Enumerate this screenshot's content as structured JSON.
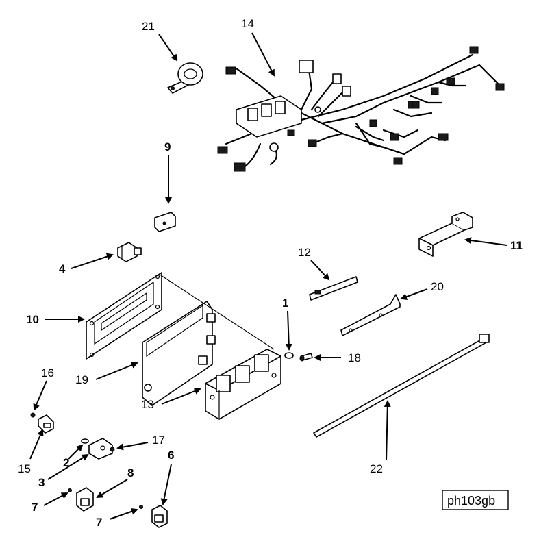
{
  "figure_code": "ph103gb",
  "callouts": [
    {
      "id": "c21",
      "text": "21"
    },
    {
      "id": "c14",
      "text": "14"
    },
    {
      "id": "c9",
      "text": "9"
    },
    {
      "id": "c11",
      "text": "11"
    },
    {
      "id": "c4",
      "text": "4"
    },
    {
      "id": "c12",
      "text": "12"
    },
    {
      "id": "c20",
      "text": "20"
    },
    {
      "id": "c10",
      "text": "10"
    },
    {
      "id": "c1",
      "text": "1"
    },
    {
      "id": "c18",
      "text": "18"
    },
    {
      "id": "c19",
      "text": "19"
    },
    {
      "id": "c16",
      "text": "16"
    },
    {
      "id": "c13",
      "text": "13"
    },
    {
      "id": "c17",
      "text": "17"
    },
    {
      "id": "c15",
      "text": "15"
    },
    {
      "id": "c2",
      "text": "2"
    },
    {
      "id": "c3",
      "text": "3"
    },
    {
      "id": "c6",
      "text": "6"
    },
    {
      "id": "c8",
      "text": "8"
    },
    {
      "id": "c22",
      "text": "22"
    },
    {
      "id": "c7a",
      "text": "7"
    },
    {
      "id": "c7b",
      "text": "7"
    }
  ]
}
